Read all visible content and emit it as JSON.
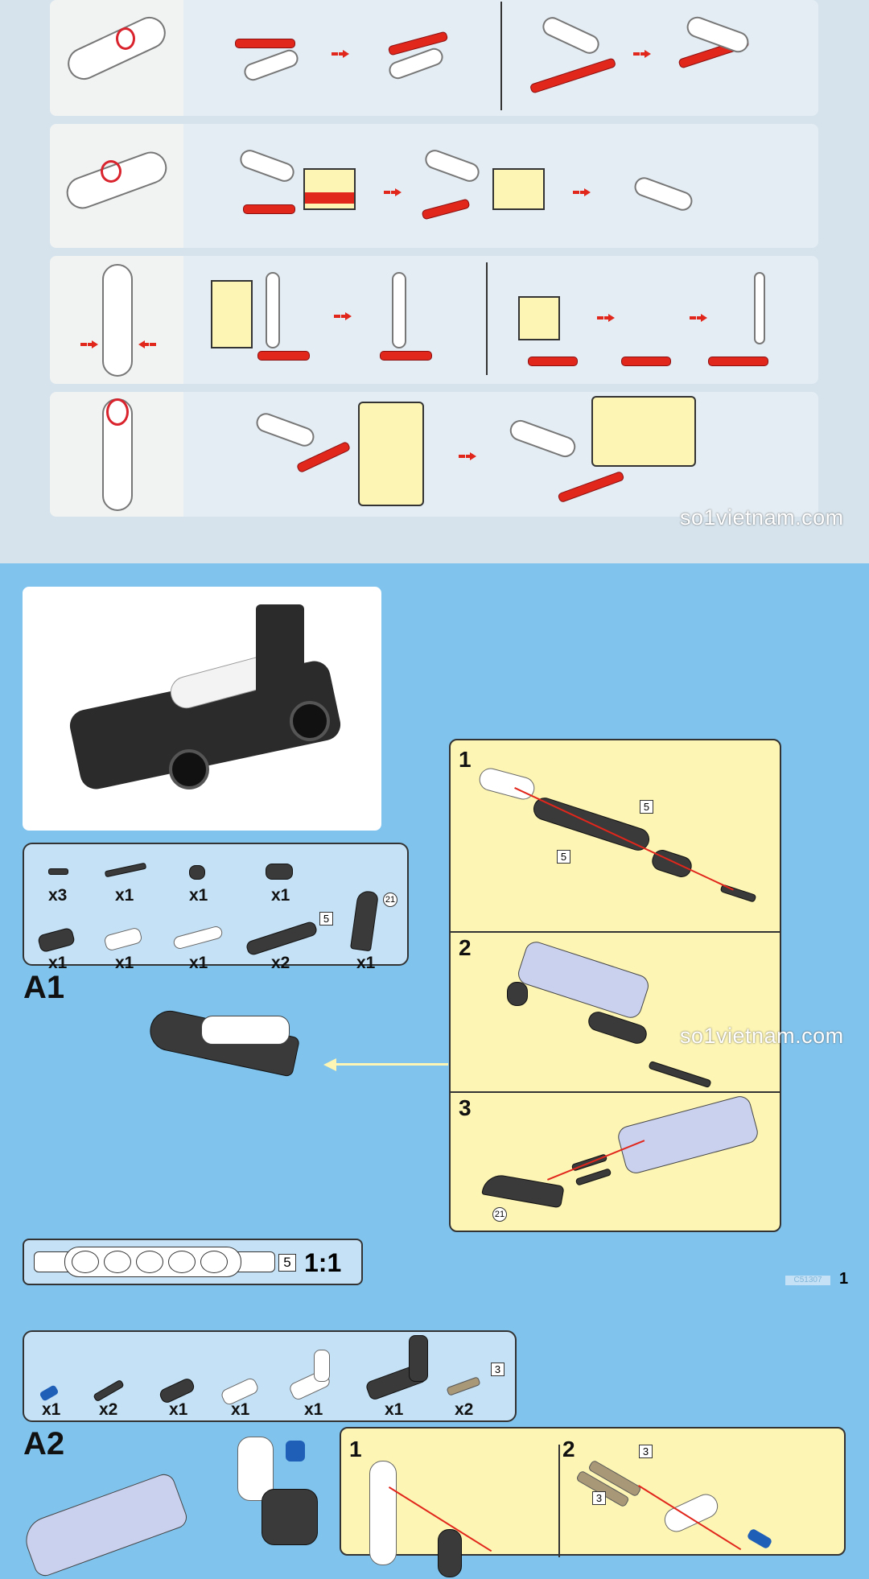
{
  "watermark": "so1vietnam.com",
  "sections": {
    "a1": {
      "label": "A1",
      "parts": [
        {
          "name": "short-pin",
          "count": "x3"
        },
        {
          "name": "long-pin",
          "count": "x1"
        },
        {
          "name": "bush",
          "count": "x1"
        },
        {
          "name": "connector",
          "count": "x1"
        },
        {
          "name": "beam-3-black",
          "count": "x1"
        },
        {
          "name": "beam-3-white",
          "count": "x1"
        },
        {
          "name": "beam-3-pin-white",
          "count": "x1"
        },
        {
          "name": "beam-5-pin-black",
          "count": "x2",
          "size": "5"
        },
        {
          "name": "wing-panel",
          "count": "x1",
          "ref": "21"
        }
      ],
      "steps": [
        {
          "number": "1",
          "tags": [
            "5",
            "5"
          ]
        },
        {
          "number": "2"
        },
        {
          "number": "3",
          "ref": "21"
        }
      ]
    },
    "scale": {
      "size": "5",
      "ratio": "1:1"
    },
    "footer": {
      "code": "C51307",
      "page": "1"
    },
    "a2": {
      "label": "A2",
      "parts": [
        {
          "name": "blue-pin",
          "count": "x1"
        },
        {
          "name": "long-pin",
          "count": "x2"
        },
        {
          "name": "connector",
          "count": "x1"
        },
        {
          "name": "beam-3-white",
          "count": "x1"
        },
        {
          "name": "l-beam-white",
          "count": "x1"
        },
        {
          "name": "l-beam-black",
          "count": "x1"
        },
        {
          "name": "tan-axle",
          "count": "x2",
          "size": "3"
        }
      ],
      "steps": [
        {
          "number": "1"
        },
        {
          "number": "2",
          "tags": [
            "3",
            "3"
          ]
        }
      ]
    }
  }
}
